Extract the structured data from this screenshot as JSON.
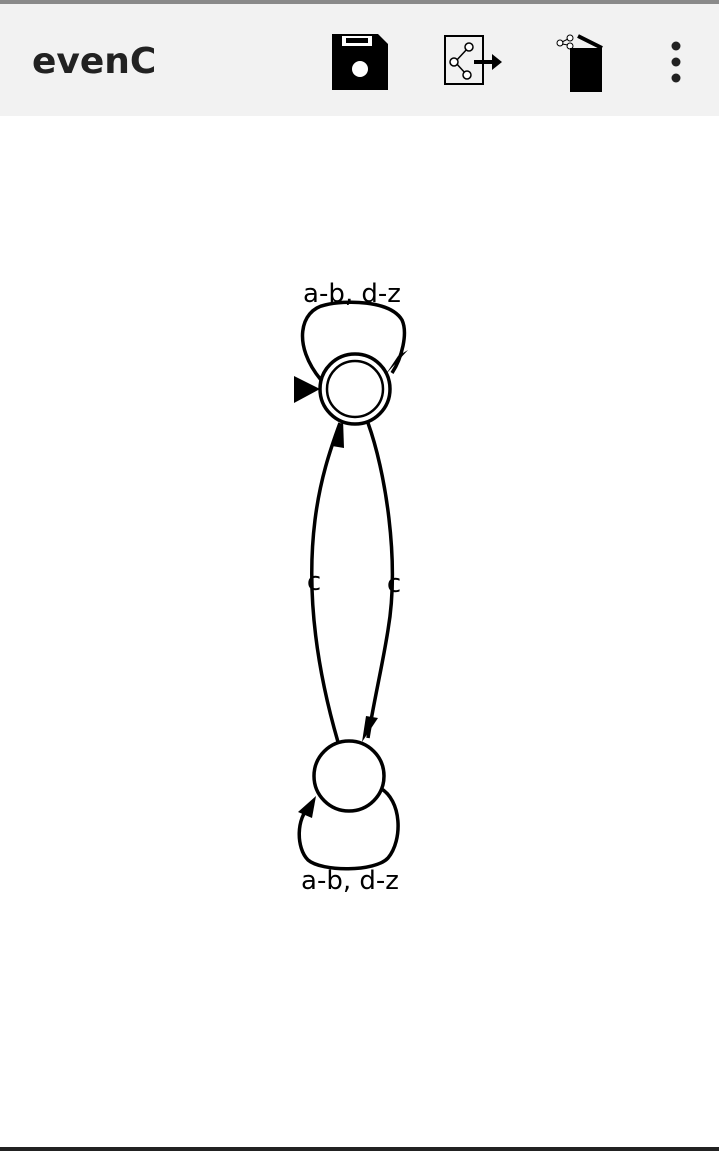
{
  "app_bar": {
    "title": "evenC",
    "actions": [
      {
        "name": "save",
        "icon": "save-icon"
      },
      {
        "name": "export",
        "icon": "export-graph-icon"
      },
      {
        "name": "clear",
        "icon": "clear-canvas-icon"
      },
      {
        "name": "more",
        "icon": "more-vert-icon"
      }
    ]
  },
  "automaton": {
    "states": [
      {
        "id": "q0",
        "initial": true,
        "accepting": true
      },
      {
        "id": "q1",
        "initial": false,
        "accepting": false
      }
    ],
    "transitions": [
      {
        "from": "q0",
        "to": "q0",
        "label": "a-b, d-z"
      },
      {
        "from": "q0",
        "to": "q1",
        "label": "c"
      },
      {
        "from": "q1",
        "to": "q0",
        "label": "c"
      },
      {
        "from": "q1",
        "to": "q1",
        "label": "a-b, d-z"
      }
    ]
  }
}
